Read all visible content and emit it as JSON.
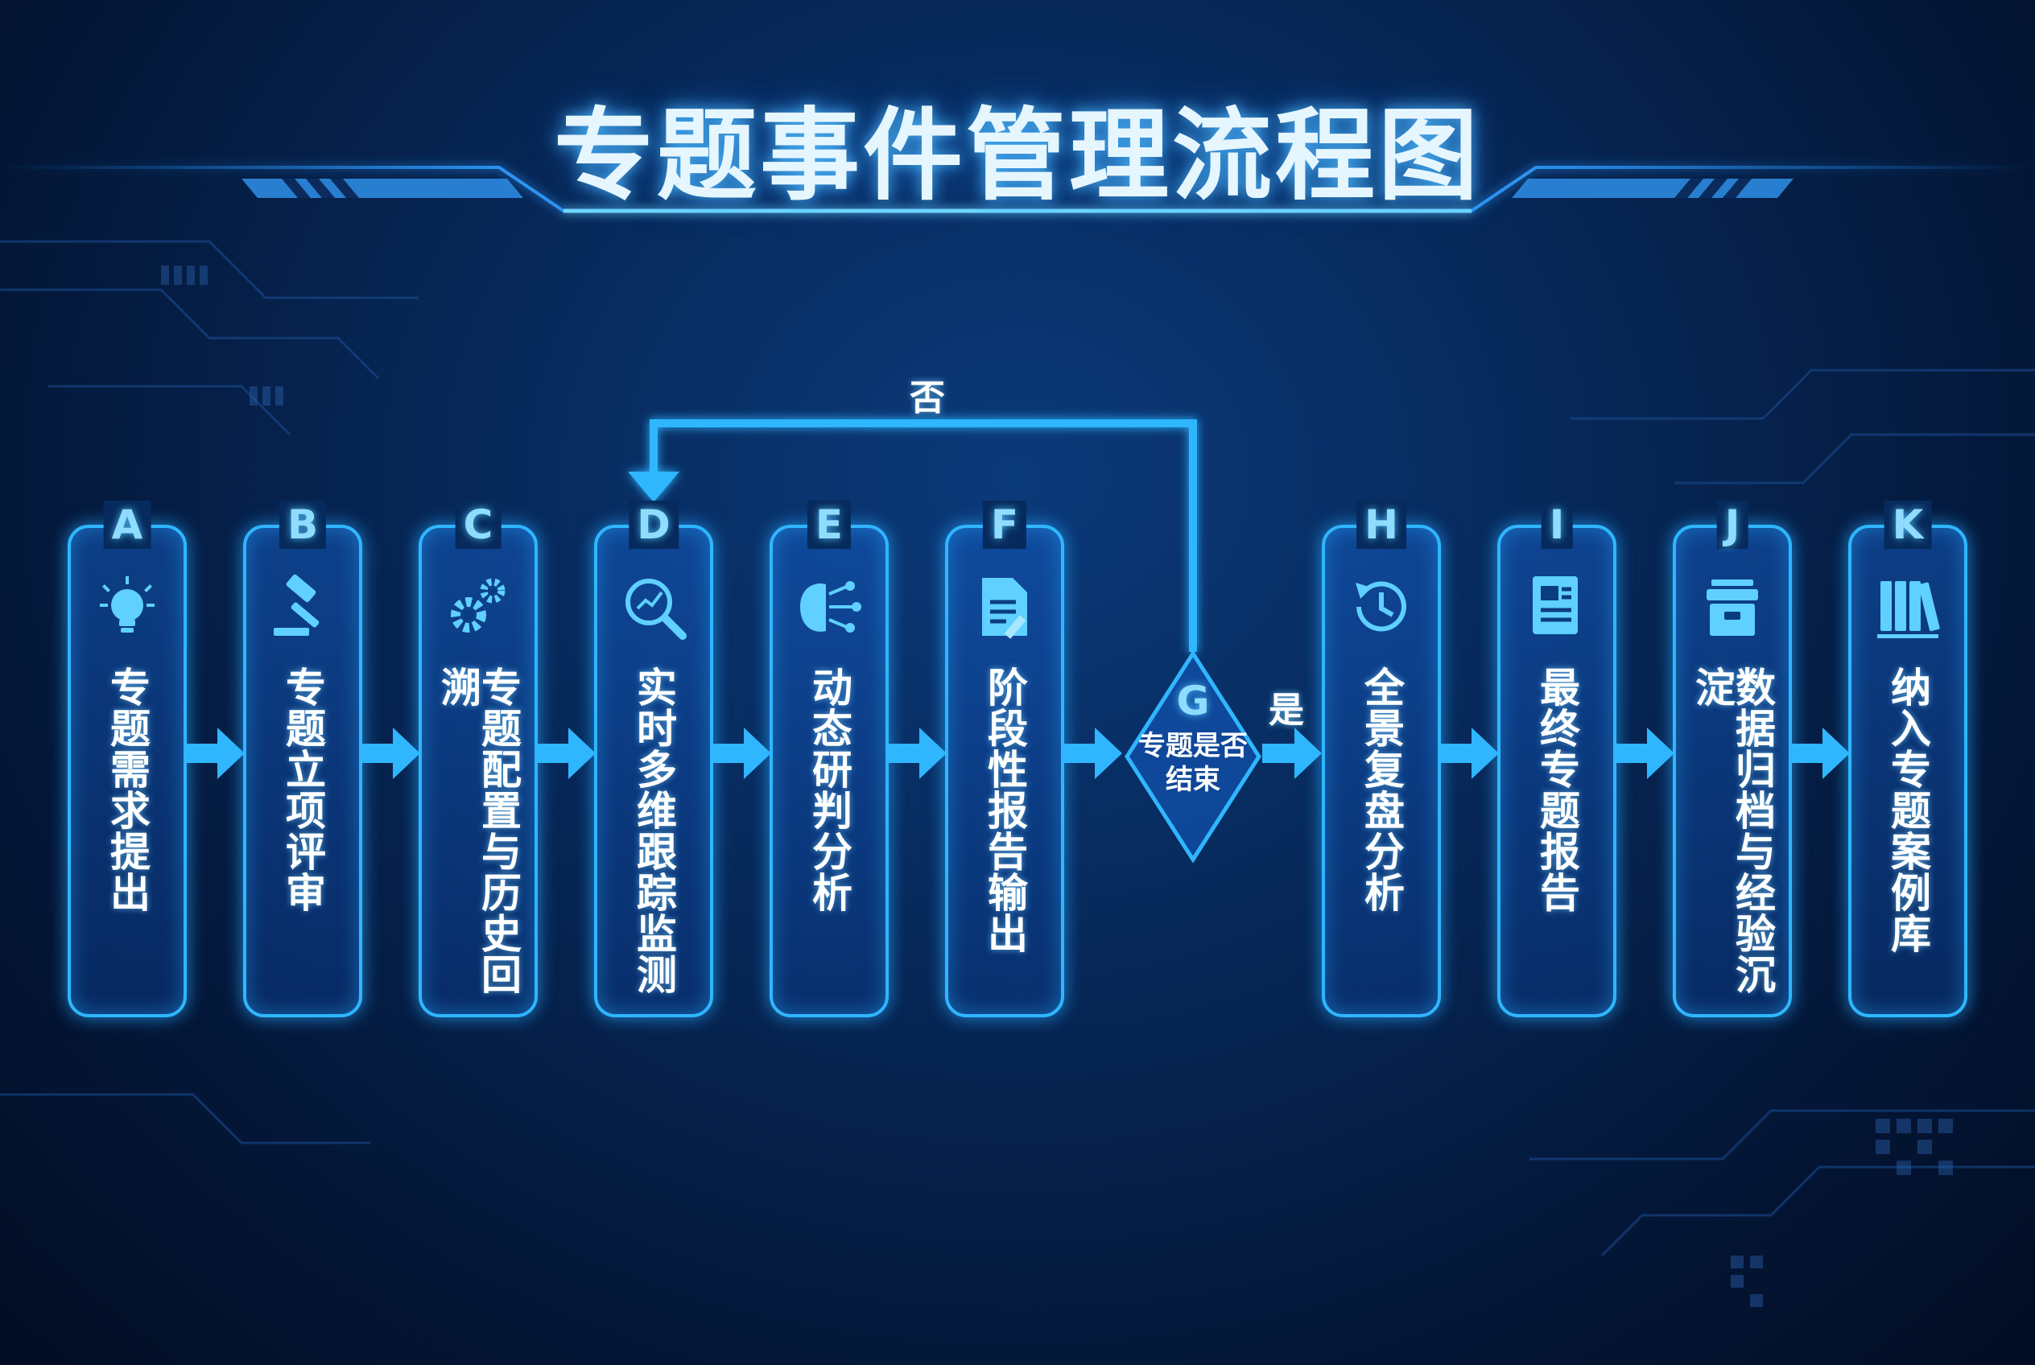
{
  "title": "专题事件管理流程图",
  "colors": {
    "accent": "#2fb6ff",
    "glow": "#5fd0ff",
    "background": "#04183a"
  },
  "steps": [
    {
      "letter": "A",
      "label": "专题需求提出",
      "icon": "lightbulb-icon"
    },
    {
      "letter": "B",
      "label": "专题立项评审",
      "icon": "gavel-icon"
    },
    {
      "letter": "C",
      "label": "专题配置与历史回溯",
      "icon": "gears-icon"
    },
    {
      "letter": "D",
      "label": "实时多维跟踪监测",
      "icon": "magnifier-chart-icon"
    },
    {
      "letter": "E",
      "label": "动态研判分析",
      "icon": "brain-network-icon"
    },
    {
      "letter": "F",
      "label": "阶段性报告输出",
      "icon": "document-edit-icon"
    },
    {
      "letter": "H",
      "label": "全景复盘分析",
      "icon": "history-clock-icon"
    },
    {
      "letter": "I",
      "label": "最终专题报告",
      "icon": "report-icon"
    },
    {
      "letter": "J",
      "label": "数据归档与经验沉淀",
      "icon": "archive-box-icon"
    },
    {
      "letter": "K",
      "label": "纳入专题案例库",
      "icon": "books-icon"
    }
  ],
  "decision": {
    "letter": "G",
    "label": "专题是否结束",
    "yes": "是",
    "no": "否"
  }
}
